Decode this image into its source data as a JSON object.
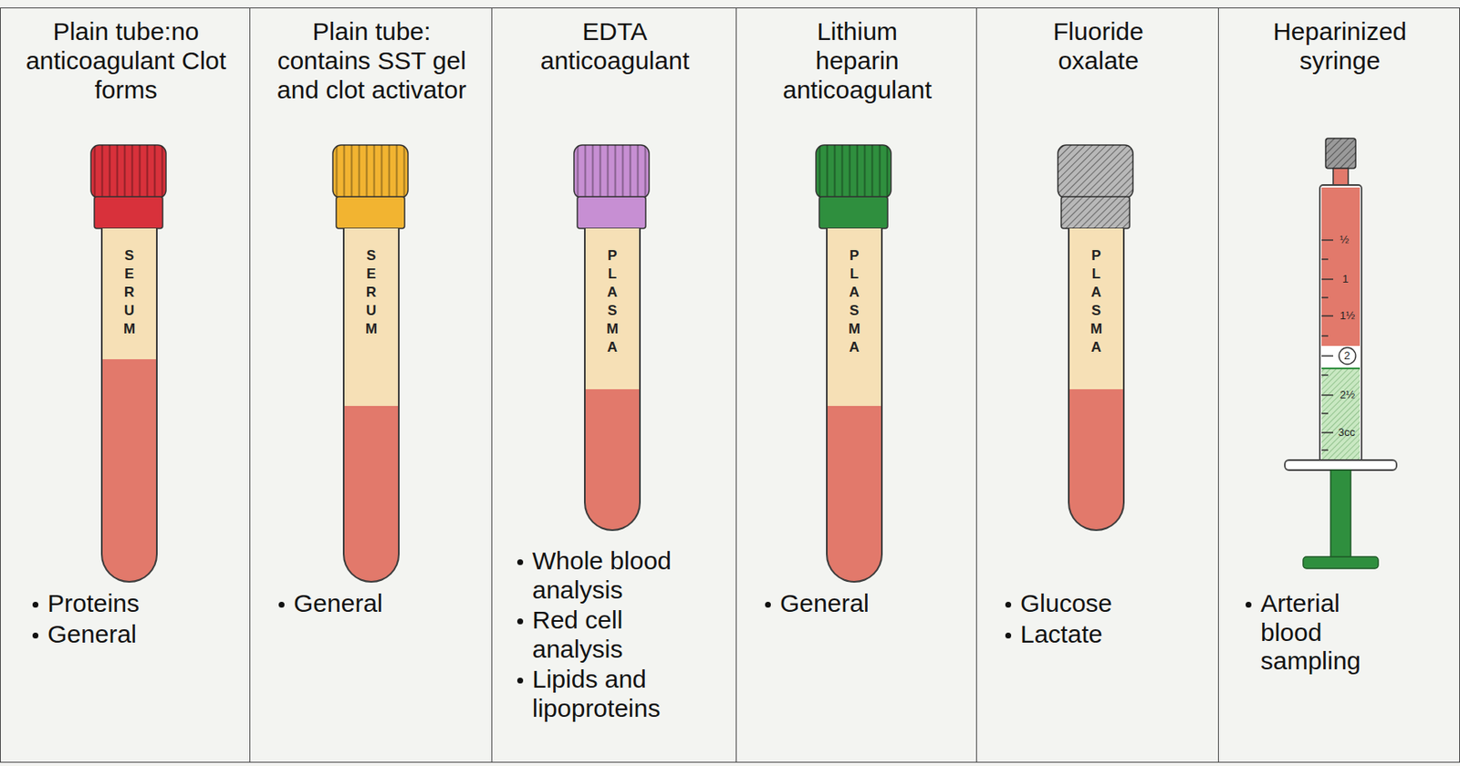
{
  "diagram": {
    "nodes": [
      {
        "text": [
          "Plain tube:no anticoagulant Clot forms",
          "Proteins",
          "General"
        ]
      },
      {
        "text": [
          "SERUM"
        ],
        "in": 0
      },
      {
        "text": [
          "Plain tube: contains SST gel and clot activator",
          "General"
        ]
      },
      {
        "text": [
          "SERUM"
        ],
        "in": 2
      },
      {
        "text": [
          "EDTA anticoagulant",
          "Whole blood analysis",
          "Red cell analysis",
          "Lipids and lipoproteins"
        ]
      },
      {
        "text": [
          "PLASMA"
        ],
        "in": 4
      },
      {
        "text": [
          "Lithium heparin anticoagulant",
          "General"
        ]
      },
      {
        "text": [
          "PLASMA"
        ],
        "in": 6
      },
      {
        "text": [
          "Fluoride oxalate",
          "Glucose",
          "Lactate"
        ]
      },
      {
        "text": [
          "PLASMA"
        ],
        "in": 8
      },
      {
        "text": [
          "Heparinized syringe",
          "Arterial blood sampling"
        ]
      }
    ],
    "labels": [
      "½",
      "1",
      "1½",
      "2",
      "2½",
      "3cc"
    ]
  }
}
